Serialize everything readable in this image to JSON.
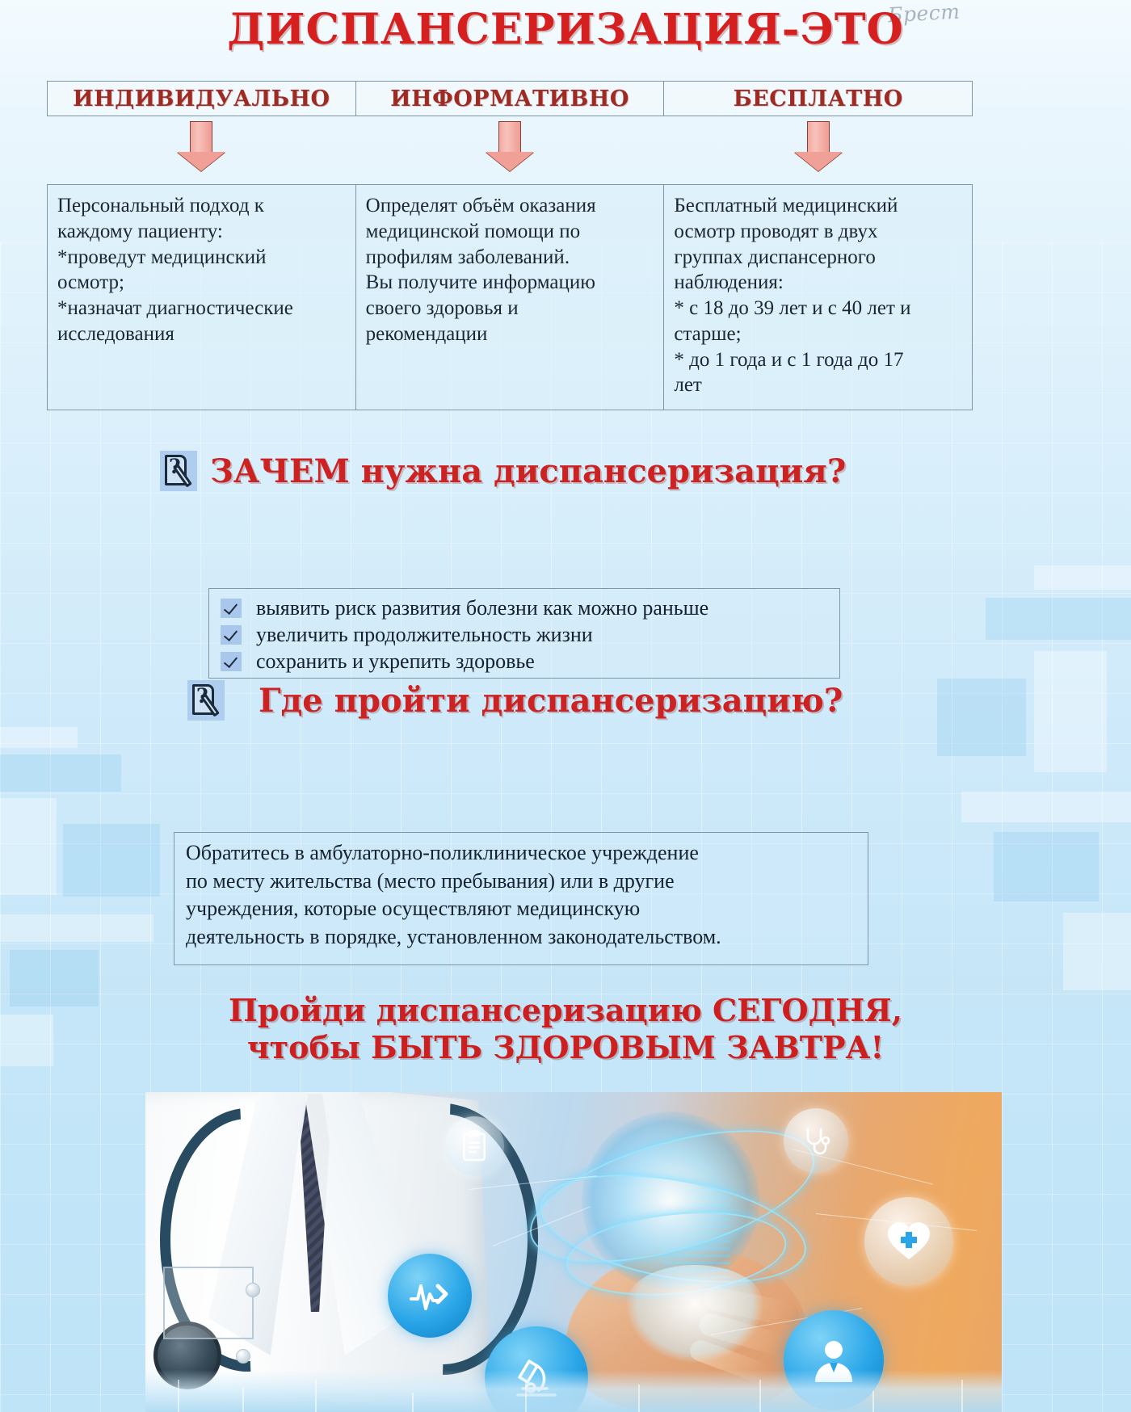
{
  "watermark": "Брест",
  "title": "ДИСПАНСЕРИЗАЦИЯ-ЭТО",
  "header_cells": [
    {
      "label": "ИНДИВИДУАЛЬНО"
    },
    {
      "label": "ИНФОРМАТИВНО"
    },
    {
      "label": "БЕСПЛАТНО"
    }
  ],
  "boxes": [
    {
      "text": "Персональный подход  к\nкаждому пациенту:\n*проведут медицинский\nосмотр;\n*назначат диагностические\n  исследования"
    },
    {
      "text": "Определят объём оказания\nмедицинской помощи по\nпрофилям  заболеваний.\nВы получите информацию\nсвоего  здоровья и\nрекомендации"
    },
    {
      "text": "Бесплатный медицинский\nосмотр  проводят в двух\nгруппах диспансерного\nнаблюдения:\n* с 18 до 39 лет и с 40 лет и\nстарше;\n* до 1 года и с 1 года до 17\nлет"
    }
  ],
  "why_section": {
    "icon": "question-document-pencil-icon",
    "title": "ЗАЧЕМ нужна диспансеризация?",
    "items": [
      "выявить риск развития болезни как можно раньше",
      "увеличить продолжительность жизни",
      "сохранить и укрепить здоровье"
    ]
  },
  "where_section": {
    "icon": "question-document-pencil-icon",
    "title": "Где пройти диспансеризацию?",
    "text": "Обратитесь в амбулаторно-поликлиническое учреждение\nпо месту жительства (место пребывания) или в другие\nучреждения, которые осуществляют медицинскую\nдеятельность в порядке, установленном законодательством."
  },
  "slogan": {
    "line1": "Пройди диспансеризацию СЕГОДНЯ,",
    "line2": "чтобы БЫТЬ ЗДОРОВЫМ ЗАВТРА!"
  },
  "photo": {
    "alt": "doctor-with-stethoscope-and-holographic-medical-icons",
    "icons": [
      "clipboard-icon",
      "heart-pulse-icon",
      "microscope-icon",
      "stethoscope-icon",
      "heart-cross-icon",
      "doctor-avatar-icon",
      "handshake-hologram-icon"
    ]
  },
  "colors": {
    "title_red": "#d61f1f",
    "header_red": "#9e2a22",
    "arrow_pink": "#f0a097",
    "box_border": "#7e96a6",
    "tick_blue": "#a9c6ec",
    "icon_badge_blue": "#aecdef",
    "background_blue": "#cfeafa"
  }
}
